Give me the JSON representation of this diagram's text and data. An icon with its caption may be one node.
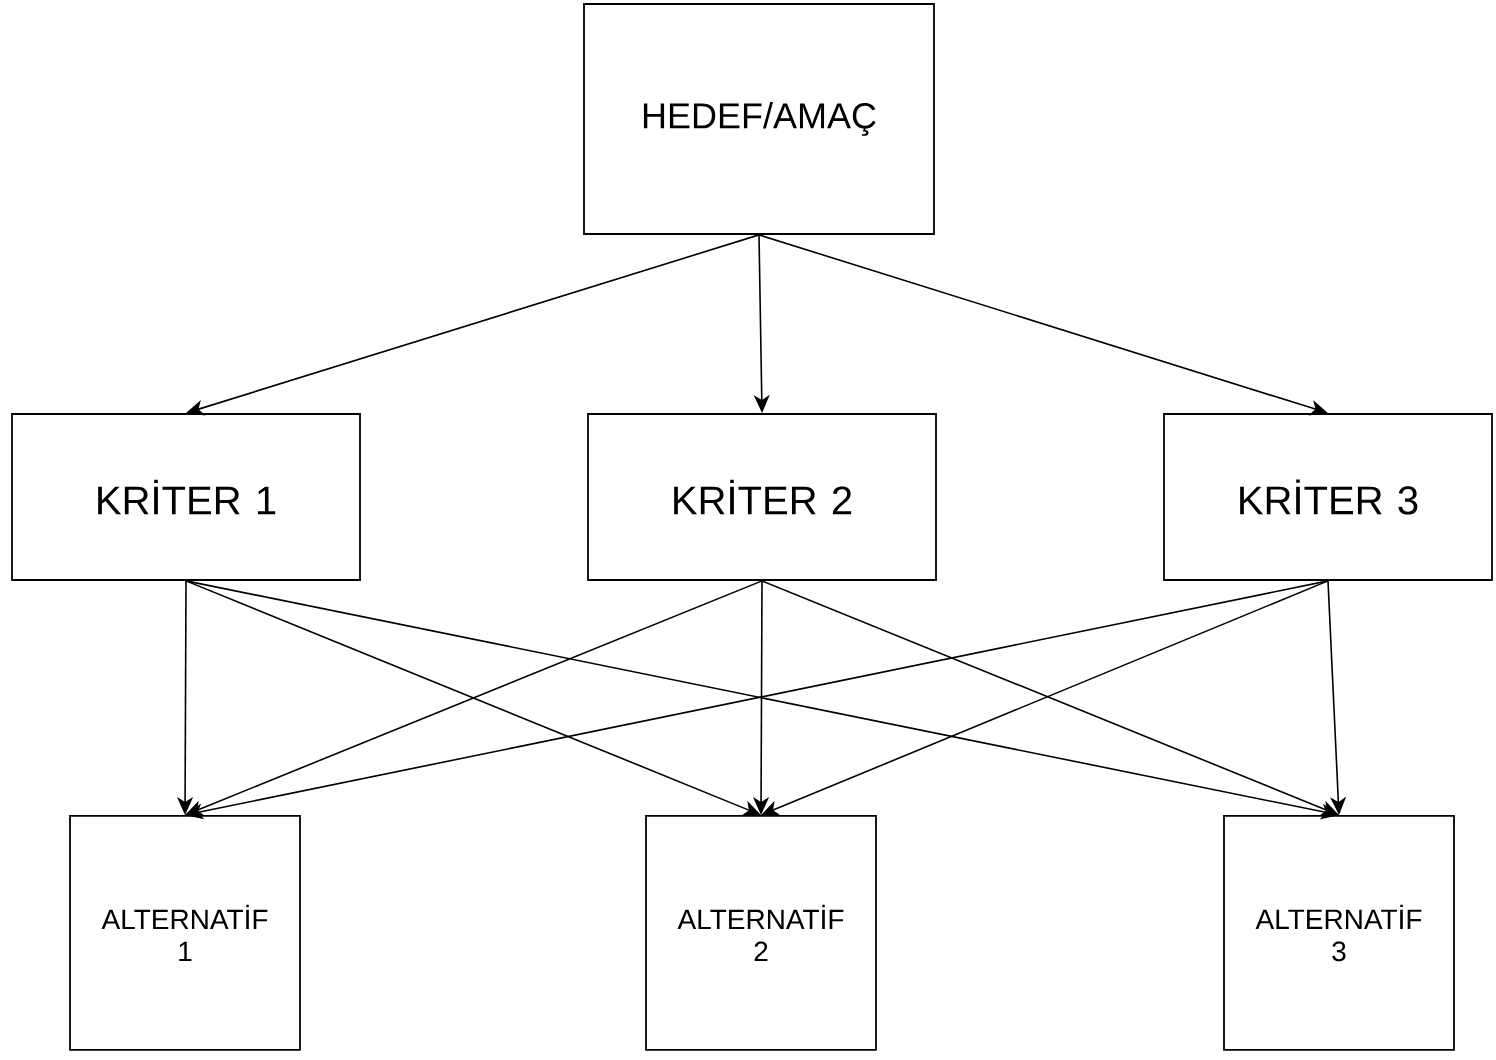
{
  "diagram": {
    "nodes": [
      {
        "text": [
          "HEDEF/AMAÇ"
        ]
      },
      {
        "text": [
          "KRİTER 1"
        ]
      },
      {
        "text": [
          "KRİTER 2"
        ]
      },
      {
        "text": [
          "KRİTER 3"
        ]
      },
      {
        "text": [
          "ALTERNATİF 1"
        ]
      },
      {
        "text": [
          "ALTERNATİF 2"
        ]
      },
      {
        "text": [
          "ALTERNATİF 3"
        ]
      }
    ],
    "edges": [
      {
        "from": 0,
        "to": 1,
        "arrow": "to"
      },
      {
        "from": 0,
        "to": 2,
        "arrow": "to"
      },
      {
        "from": 0,
        "to": 3,
        "arrow": "to"
      },
      {
        "from": 1,
        "to": 4,
        "arrow": "to"
      },
      {
        "from": 1,
        "to": 5,
        "arrow": "to"
      },
      {
        "from": 1,
        "to": 6,
        "arrow": "to"
      },
      {
        "from": 2,
        "to": 4,
        "arrow": "to"
      },
      {
        "from": 2,
        "to": 5,
        "arrow": "to"
      },
      {
        "from": 2,
        "to": 6,
        "arrow": "to"
      },
      {
        "from": 3,
        "to": 4,
        "arrow": "to"
      },
      {
        "from": 3,
        "to": 5,
        "arrow": "to"
      },
      {
        "from": 3,
        "to": 6,
        "arrow": "to"
      }
    ]
  }
}
